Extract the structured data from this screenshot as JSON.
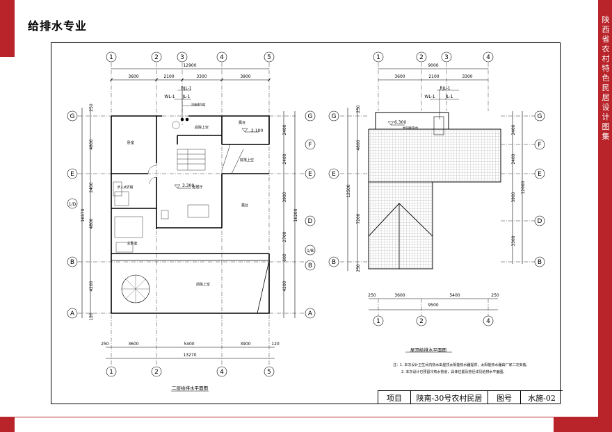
{
  "header": {
    "title": "给排水专业"
  },
  "side_title": "陕西省农村特色民居设计图集",
  "title_block": {
    "project_label": "项目",
    "project_name": "陕南-30号农村民居",
    "drawing_no_label": "图号",
    "drawing_no": "水施-02"
  },
  "left_plan": {
    "caption": "二层给排水平面图",
    "top_axes": [
      "1",
      "2",
      "3",
      "4",
      "5"
    ],
    "top_total": "12900",
    "top_dims": [
      "3600",
      "2100",
      "3300",
      "3900"
    ],
    "bottom_total": "13270",
    "bottom_dims": [
      "250",
      "3600",
      "5400",
      "3900",
      "120"
    ],
    "row_axes": [
      "G",
      "F",
      "E",
      "1/D",
      "D",
      "B",
      "1/B",
      "A"
    ],
    "left_dims": [
      "250",
      "4800",
      "2400",
      "4800",
      "4200",
      "120"
    ],
    "left_total": "16570",
    "right_dims": [
      "2400",
      "2400",
      "3900",
      "2700",
      "600",
      "4200"
    ],
    "right_total": "16200",
    "pipe_labels": {
      "rjl": "RJL-1",
      "jl": "JL-1",
      "wl": "WL-1"
    },
    "rooms": {
      "bedroom": "卧室",
      "stair_vent": "顶端通气帽",
      "courtyard_above": "后院上空",
      "terrace_top": "露台",
      "walkin": "步入式衣帽",
      "living": "起居厅",
      "terrace": "露台",
      "master": "主卧室",
      "front_yard": "前院上空",
      "court2": "院落上空"
    },
    "elev": {
      "e1": "2.100",
      "e2": "3.300"
    }
  },
  "right_plan": {
    "caption": "屋顶给排水平面图",
    "top_axes": [
      "1",
      "2",
      "3",
      "4"
    ],
    "top_total": "9000",
    "top_dims": [
      "3600",
      "2100",
      "3300"
    ],
    "bottom_total": "9500",
    "bottom_dims": [
      "250",
      "3600",
      "5400",
      "250"
    ],
    "bottom_axes": [
      "1",
      "2",
      "4"
    ],
    "row_axes": [
      "G",
      "F",
      "E",
      "D",
      "B"
    ],
    "left_dims": [
      "250",
      "4800",
      "12500",
      "7200",
      "250"
    ],
    "right_dims": [
      "2400",
      "2400",
      "12000",
      "3900",
      "3300"
    ],
    "solar_label": "太阳能平台",
    "elev": "6.300"
  },
  "notes": {
    "line1": "注：1. 本次设计卫生间内热水由屋顶太阳能热水器提供，太阳能热水器由厂家二次安装。",
    "line2": "2. 本次设计已预留冷热水管道，具体位置及管径详见给排水平面图。"
  }
}
